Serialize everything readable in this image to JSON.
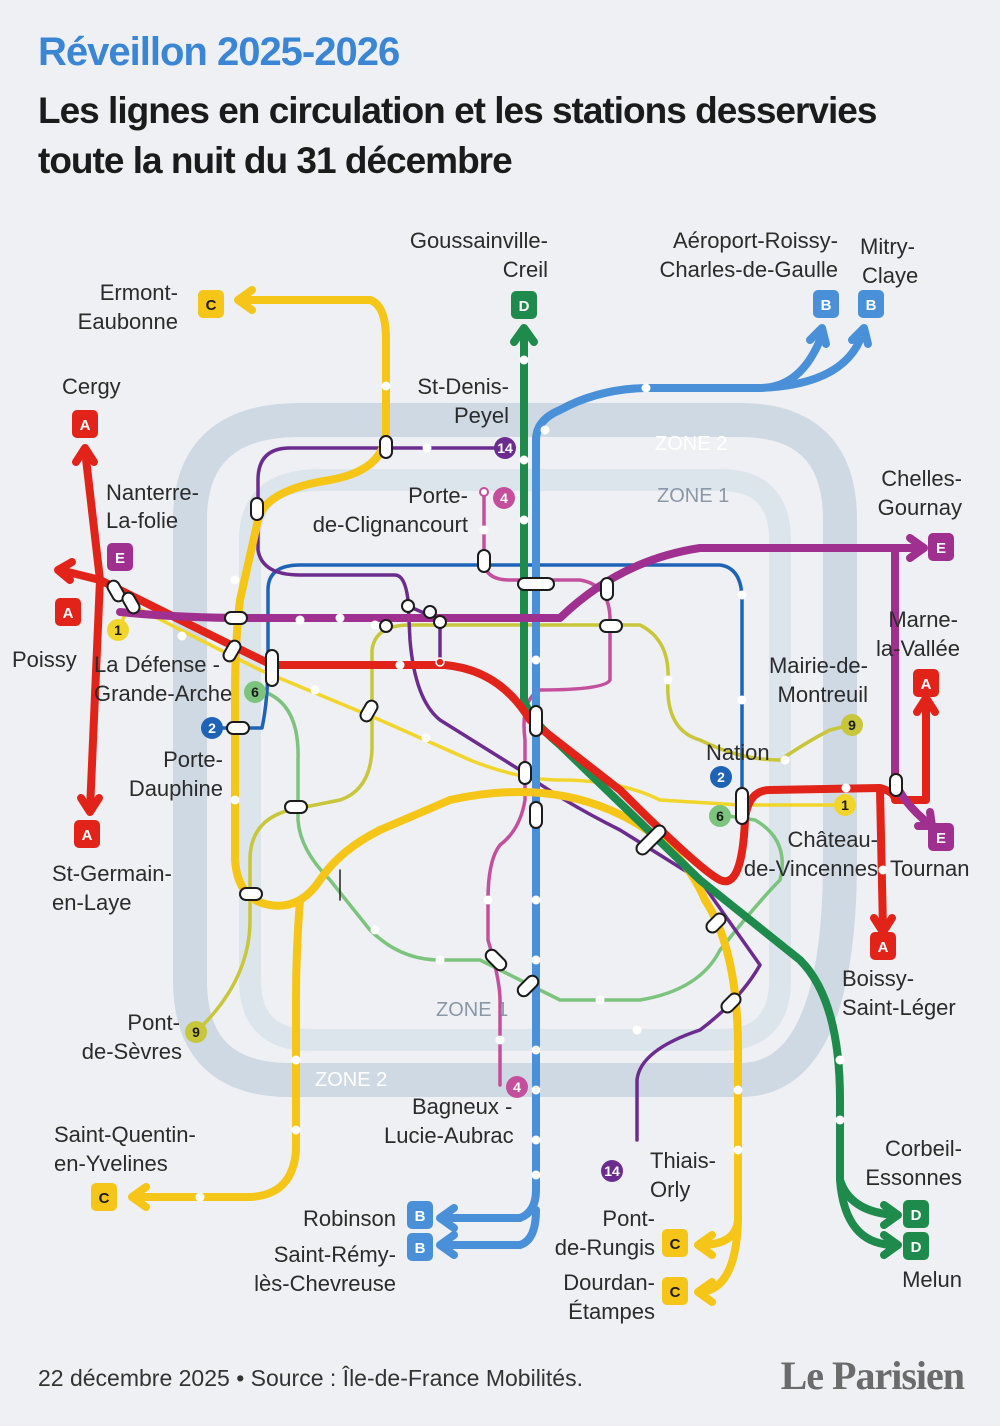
{
  "header": {
    "kicker": "Réveillon 2025-2026",
    "title_line1": "Les lignes en circulation et les stations desservies",
    "title_line2": "toute la nuit du 31 décembre"
  },
  "zones": {
    "zone1": "ZONE 1",
    "zone2": "ZONE 2"
  },
  "legend_colors": {
    "A": "#e2231a",
    "B": "#4a90d9",
    "C": "#f5c518",
    "D": "#1e8a4c",
    "E": "#a0308f",
    "m1": "#f2d52b",
    "m2": "#1f63b6",
    "m4": "#c4509d",
    "m6": "#7cc47d",
    "m9": "#c8c63a",
    "m14": "#6c2c8f"
  },
  "terminals": {
    "ermont": {
      "line1": "Ermont-",
      "line2": "Eaubonne",
      "line": "C"
    },
    "goussainville": {
      "line1": "Goussainville-",
      "line2": "Creil",
      "line": "D"
    },
    "cdg": {
      "line1": "Aéroport-Roissy-",
      "line2": "Charles-de-Gaulle",
      "line": "B"
    },
    "mitry": {
      "line1": "Mitry-",
      "line2": "Claye",
      "line": "B"
    },
    "cergy": {
      "line1": "Cergy",
      "line": "A"
    },
    "nanterre": {
      "line1": "Nanterre-",
      "line2": "La-folie",
      "line": "E"
    },
    "stdenis": {
      "line1": "St-Denis-",
      "line2": "Peyel",
      "line": "14"
    },
    "clignancourt": {
      "line1": "Porte-",
      "line2": "de-Clignancourt",
      "line": "4"
    },
    "chelles": {
      "line1": "Chelles-",
      "line2": "Gournay",
      "line": "E"
    },
    "poissy": {
      "line1": "Poissy",
      "line": "A"
    },
    "ladefense": {
      "line1": "La Défense -",
      "line2": "Grande-Arche",
      "line": "1"
    },
    "marne": {
      "line1": "Marne-",
      "line2": "la-Vallée",
      "line": "A"
    },
    "mairie": {
      "line1": "Mairie-de-",
      "line2": "Montreuil",
      "line": "9"
    },
    "dauphine": {
      "line1": "Porte-",
      "line2": "Dauphine",
      "line": "2"
    },
    "nation": {
      "line1": "Nation",
      "line": "2"
    },
    "vincennes": {
      "line1": "Château-",
      "line2": "de-Vincennes",
      "line": "1"
    },
    "tournan": {
      "line1": "Tournan",
      "line": "E"
    },
    "stgermain": {
      "line1": "St-Germain-",
      "line2": "en-Laye",
      "line": "A"
    },
    "boissy": {
      "line1": "Boissy-",
      "line2": "Saint-Léger",
      "line": "A"
    },
    "sevres": {
      "line1": "Pont-",
      "line2": "de-Sèvres",
      "line": "9"
    },
    "bagneux": {
      "line1": "Bagneux -",
      "line2": "Lucie-Aubrac",
      "line": "4"
    },
    "sqy": {
      "line1": "Saint-Quentin-",
      "line2": "en-Yvelines",
      "line": "C"
    },
    "thiais": {
      "line1": "Thiais-",
      "line2": "Orly",
      "line": "14"
    },
    "corbeil": {
      "line1": "Corbeil-",
      "line2": "Essonnes",
      "line": "D"
    },
    "robinson": {
      "line1": "Robinson",
      "line": "B"
    },
    "rungis": {
      "line1": "Pont-",
      "line2": "de-Rungis",
      "line": "C"
    },
    "stremy": {
      "line1": "Saint-Rémy-",
      "line2": "lès-Chevreuse",
      "line": "B"
    },
    "melun": {
      "line1": "Melun",
      "line": "D"
    },
    "dourdan": {
      "line1": "Dourdan-",
      "line2": "Étampes",
      "line": "C"
    }
  },
  "footer": {
    "date_source": "22 décembre 2025 • Source : Île-de-France Mobilités.",
    "brand": "Le Parisien"
  }
}
